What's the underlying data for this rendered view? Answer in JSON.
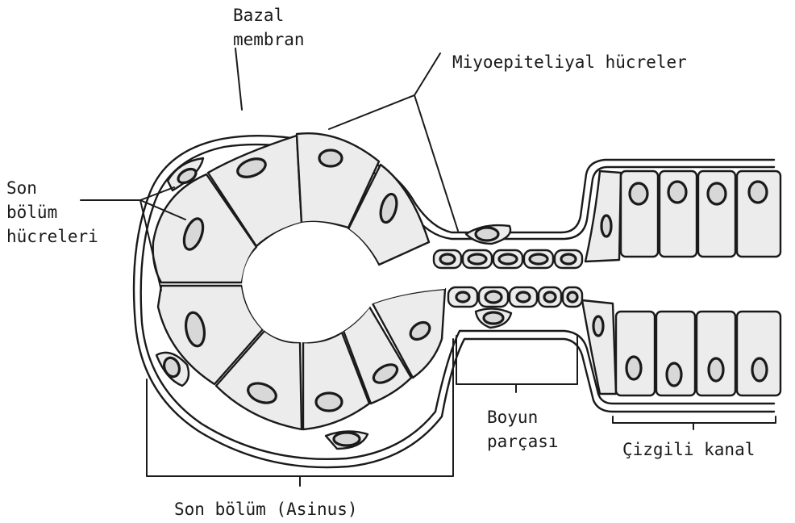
{
  "labels": {
    "bazal_line1": "Bazal",
    "bazal_line2": "membran",
    "miyoepitel": "Miyoepiteliyal hücreler",
    "son_bolum_line1": "Son",
    "son_bolum_line2": "bölüm",
    "son_bolum_line3": "hücreleri",
    "boyun_line1": "Boyun",
    "boyun_line2": "parçası",
    "cizgili": "Çizgili kanal",
    "asinus": "Son bölüm (Asinus)"
  },
  "colors": {
    "ink": "#1a1a1a",
    "cell_fill": "#ececec",
    "nucleus_fill": "#d8d8d8",
    "background": "#ffffff"
  }
}
